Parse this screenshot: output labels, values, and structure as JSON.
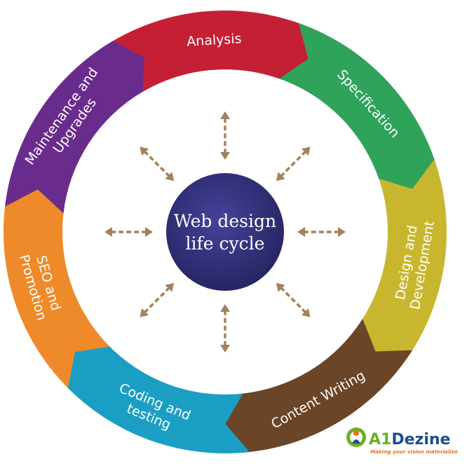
{
  "diagram": {
    "center": {
      "lines": [
        "Web design",
        "life cycle"
      ],
      "color": "#2b2a6e"
    },
    "arrow_color": "#a4825a",
    "stages": [
      {
        "lines": [
          "Analysis"
        ],
        "color": "#c51f36"
      },
      {
        "lines": [
          "Specification"
        ],
        "color": "#2fa35a"
      },
      {
        "lines": [
          "Design and",
          "Development"
        ],
        "color": "#c9b62f"
      },
      {
        "lines": [
          "Content Writing"
        ],
        "color": "#6b4527"
      },
      {
        "lines": [
          "Coding and",
          "testing"
        ],
        "color": "#1b9ec4"
      },
      {
        "lines": [
          "SEO and",
          "Promotion"
        ],
        "color": "#ee8a2a"
      },
      {
        "lines": [
          "Maintenance and",
          "Upgrades"
        ],
        "color": "#6a2c8c"
      }
    ]
  },
  "logo": {
    "name_a": "A1",
    "name_b": "Dezine",
    "tagline": "Making your vision materialize",
    "color_a": "#6ab023",
    "color_b": "#1e4f8c",
    "tagline_color": "#e8701e"
  }
}
